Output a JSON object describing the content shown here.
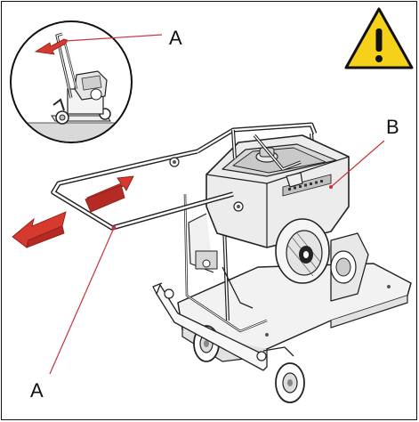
{
  "callouts": {
    "a_top": "A",
    "b": "B",
    "a_bottom": "A"
  },
  "colors": {
    "warning_yellow": "#f6d11a",
    "arrow_red": "#d63a2f",
    "leader_red": "#c8333a",
    "line": "#222222"
  },
  "icons": {
    "warning": "warning-triangle-icon",
    "arrows": "direction-arrow-icon"
  }
}
